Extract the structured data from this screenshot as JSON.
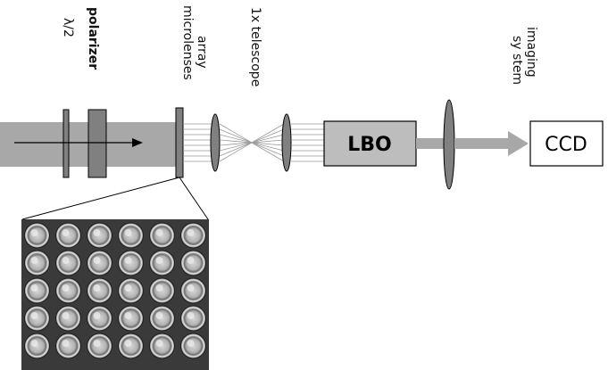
{
  "labels": {
    "lambda_half": "λ/2",
    "polarizer": "polarizer",
    "microlenses_line1": "microlenses",
    "microlenses_line2": "array",
    "telescope": "1x telescope",
    "imaging_line1": "imaging",
    "imaging_line2": "sy stem"
  },
  "boxes": {
    "lbo": "LBO",
    "ccd": "CCD"
  },
  "inset": {
    "rows": 5,
    "cols": 6
  },
  "colors": {
    "beam": "#a8a8a8",
    "optic": "#808080",
    "lbo_fill": "#bdbdbd",
    "outline": "#000000"
  }
}
